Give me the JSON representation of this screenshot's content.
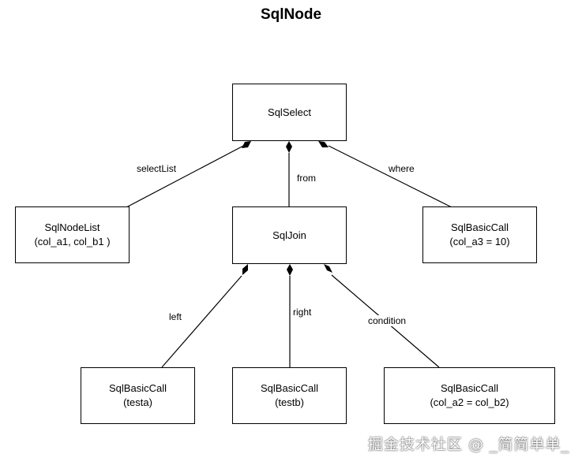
{
  "diagram": {
    "title": "SqlNode",
    "nodes": {
      "select": {
        "line1": "SqlSelect",
        "line2": ""
      },
      "nodelist": {
        "line1": "SqlNodeList",
        "line2": "(col_a1, col_b1 )"
      },
      "join": {
        "line1": "SqlJoin",
        "line2": ""
      },
      "where_call": {
        "line1": "SqlBasicCall",
        "line2": "(col_a3 = 10)"
      },
      "left_call": {
        "line1": "SqlBasicCall",
        "line2": "(testa)"
      },
      "right_call": {
        "line1": "SqlBasicCall",
        "line2": "(testb)"
      },
      "cond_call": {
        "line1": "SqlBasicCall",
        "line2": "(col_a2 = col_b2)"
      }
    },
    "edge_labels": {
      "select_list": "selectList",
      "from": "from",
      "where": "where",
      "left": "left",
      "right": "right",
      "condition": "condition"
    },
    "edge_style": "composition (filled diamond at parent)"
  },
  "watermark": "掘金技术社区 @ _简简单单_",
  "colors": {
    "line": "#000000",
    "background": "#ffffff"
  }
}
